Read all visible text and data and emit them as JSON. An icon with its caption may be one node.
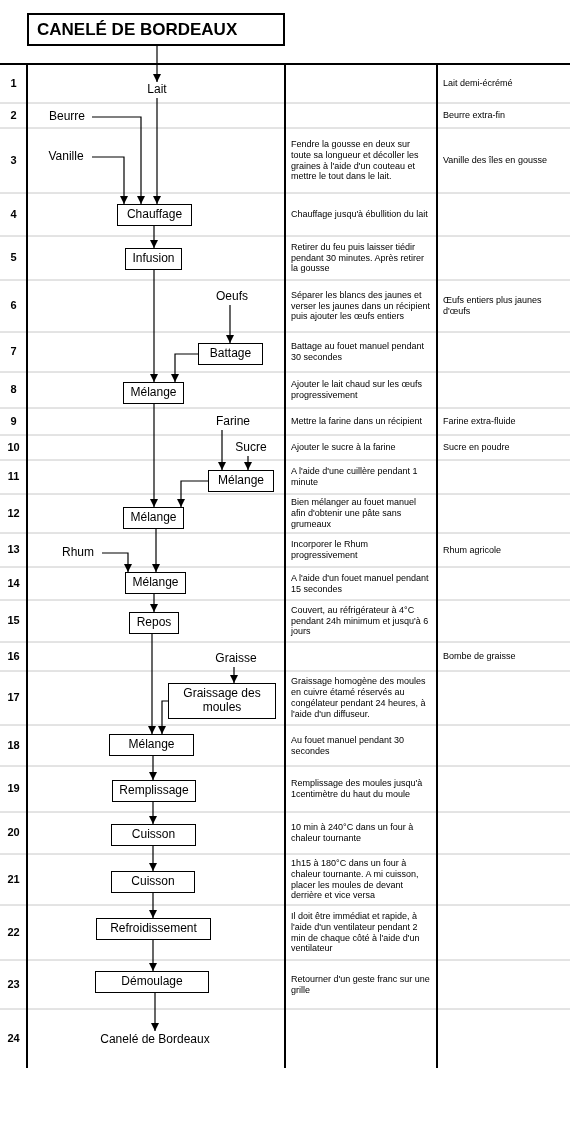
{
  "diagram": {
    "nodes": [
      {
        "text": [
          "CANELÉ DE BORDEAUX"
        ]
      },
      {
        "text": [
          "Lait"
        ]
      },
      {
        "text": [
          "Beurre"
        ]
      },
      {
        "text": [
          "Vanille"
        ]
      },
      {
        "text": [
          "Chauffage"
        ]
      },
      {
        "text": [
          "Infusion"
        ]
      },
      {
        "text": [
          "Oeufs"
        ]
      },
      {
        "text": [
          "Battage"
        ]
      },
      {
        "text": [
          "Mélange"
        ]
      },
      {
        "text": [
          "Farine"
        ]
      },
      {
        "text": [
          "Sucre"
        ]
      },
      {
        "text": [
          "Mélange"
        ]
      },
      {
        "text": [
          "Mélange"
        ]
      },
      {
        "text": [
          "Rhum"
        ]
      },
      {
        "text": [
          "Mélange"
        ]
      },
      {
        "text": [
          "Repos"
        ]
      },
      {
        "text": [
          "Graisse"
        ]
      },
      {
        "text": [
          "Graissage des moules"
        ]
      },
      {
        "text": [
          "Mélange"
        ]
      },
      {
        "text": [
          "Remplissage"
        ]
      },
      {
        "text": [
          "Cuisson"
        ]
      },
      {
        "text": [
          "Cuisson"
        ]
      },
      {
        "text": [
          "Refroidissement"
        ]
      },
      {
        "text": [
          "Démoulage"
        ]
      },
      {
        "text": [
          "Canelé de Bordeaux"
        ]
      }
    ],
    "edges": [
      {
        "from": 0,
        "to": 1,
        "arrow": "to"
      },
      {
        "from": 1,
        "to": 4,
        "arrow": "to"
      },
      {
        "from": 2,
        "to": 4,
        "arrow": "to"
      },
      {
        "from": 3,
        "to": 4,
        "arrow": "to"
      },
      {
        "from": 4,
        "to": 5,
        "arrow": "to"
      },
      {
        "from": 5,
        "to": 8,
        "arrow": "to"
      },
      {
        "from": 6,
        "to": 7,
        "arrow": "to"
      },
      {
        "from": 7,
        "to": 8,
        "arrow": "to"
      },
      {
        "from": 8,
        "to": 12,
        "arrow": "to"
      },
      {
        "from": 9,
        "to": 11,
        "arrow": "to"
      },
      {
        "from": 10,
        "to": 11,
        "arrow": "to"
      },
      {
        "from": 11,
        "to": 12,
        "arrow": "to"
      },
      {
        "from": 12,
        "to": 14,
        "arrow": "to"
      },
      {
        "from": 13,
        "to": 14,
        "arrow": "to"
      },
      {
        "from": 14,
        "to": 15,
        "arrow": "to"
      },
      {
        "from": 15,
        "to": 18,
        "arrow": "to"
      },
      {
        "from": 16,
        "to": 17,
        "arrow": "to"
      },
      {
        "from": 17,
        "to": 18,
        "arrow": "to"
      },
      {
        "from": 18,
        "to": 19,
        "arrow": "to"
      },
      {
        "from": 19,
        "to": 20,
        "arrow": "to"
      },
      {
        "from": 20,
        "to": 21,
        "arrow": "to"
      },
      {
        "from": 21,
        "to": 22,
        "arrow": "to"
      },
      {
        "from": 22,
        "to": 23,
        "arrow": "to"
      },
      {
        "from": 23,
        "to": 24,
        "arrow": "to"
      }
    ],
    "labels": [
      "1",
      "Lait demi-écrémé",
      "2",
      "Beurre extra-fin",
      "3",
      "Fendre la gousse en deux sur toute sa longueur et décoller les graines à l'aide d'un couteau et mettre le tout dans le lait.",
      "Vanille des îles en gousse",
      "4",
      "Chauffage jusqu'à ébullition du lait",
      "5",
      "Retirer du feu puis laisser tiédir pendant 30 minutes. Après retirer la gousse",
      "6",
      "Séparer les blancs des jaunes et verser les jaunes dans un récipient puis ajouter les œufs entiers",
      "Œufs entiers plus jaunes d'œufs",
      "7",
      "Battage au fouet manuel pendant 30 secondes",
      "8",
      "Ajouter le lait chaud sur les œufs progressivement",
      "9",
      "Mettre la farine dans un récipient",
      "Farine extra-fluide",
      "10",
      "Ajouter le sucre à la farine",
      "Sucre en poudre",
      "11",
      "A l'aide d'une cuillère pendant 1 minute",
      "12",
      "Bien mélanger au fouet manuel afin d'obtenir une pâte sans grumeaux",
      "13",
      "Incorporer le Rhum progressivement",
      "Rhum agricole",
      "14",
      "A l'aide d'un fouet manuel pendant 15 secondes",
      "15",
      "Couvert, au réfrigérateur à 4°C pendant 24h minimum et jusqu'à 6 jours",
      "16",
      "Bombe de graisse",
      "17",
      "Graissage homogène des moules en cuivre étamé réservés au congélateur pendant 24 heures, à l'aide d'un diffuseur.",
      "18",
      "Au fouet manuel pendant 30 secondes",
      "19",
      "Remplissage des moules jusqu'à 1centimètre du haut du moule",
      "20",
      "10 min à 240°C dans un four à chaleur tournante",
      "21",
      "1h15 à 180°C dans un four à chaleur tournante. A mi cuisson, placer les moules de devant derrière et vice versa",
      "22",
      "Il doit être immédiat et rapide, à l'aide d'un ventilateur pendant 2 min de chaque côté à l'aide d'un ventilateur",
      "23",
      "Retourner d'un geste franc sur une grille",
      "24"
    ]
  }
}
